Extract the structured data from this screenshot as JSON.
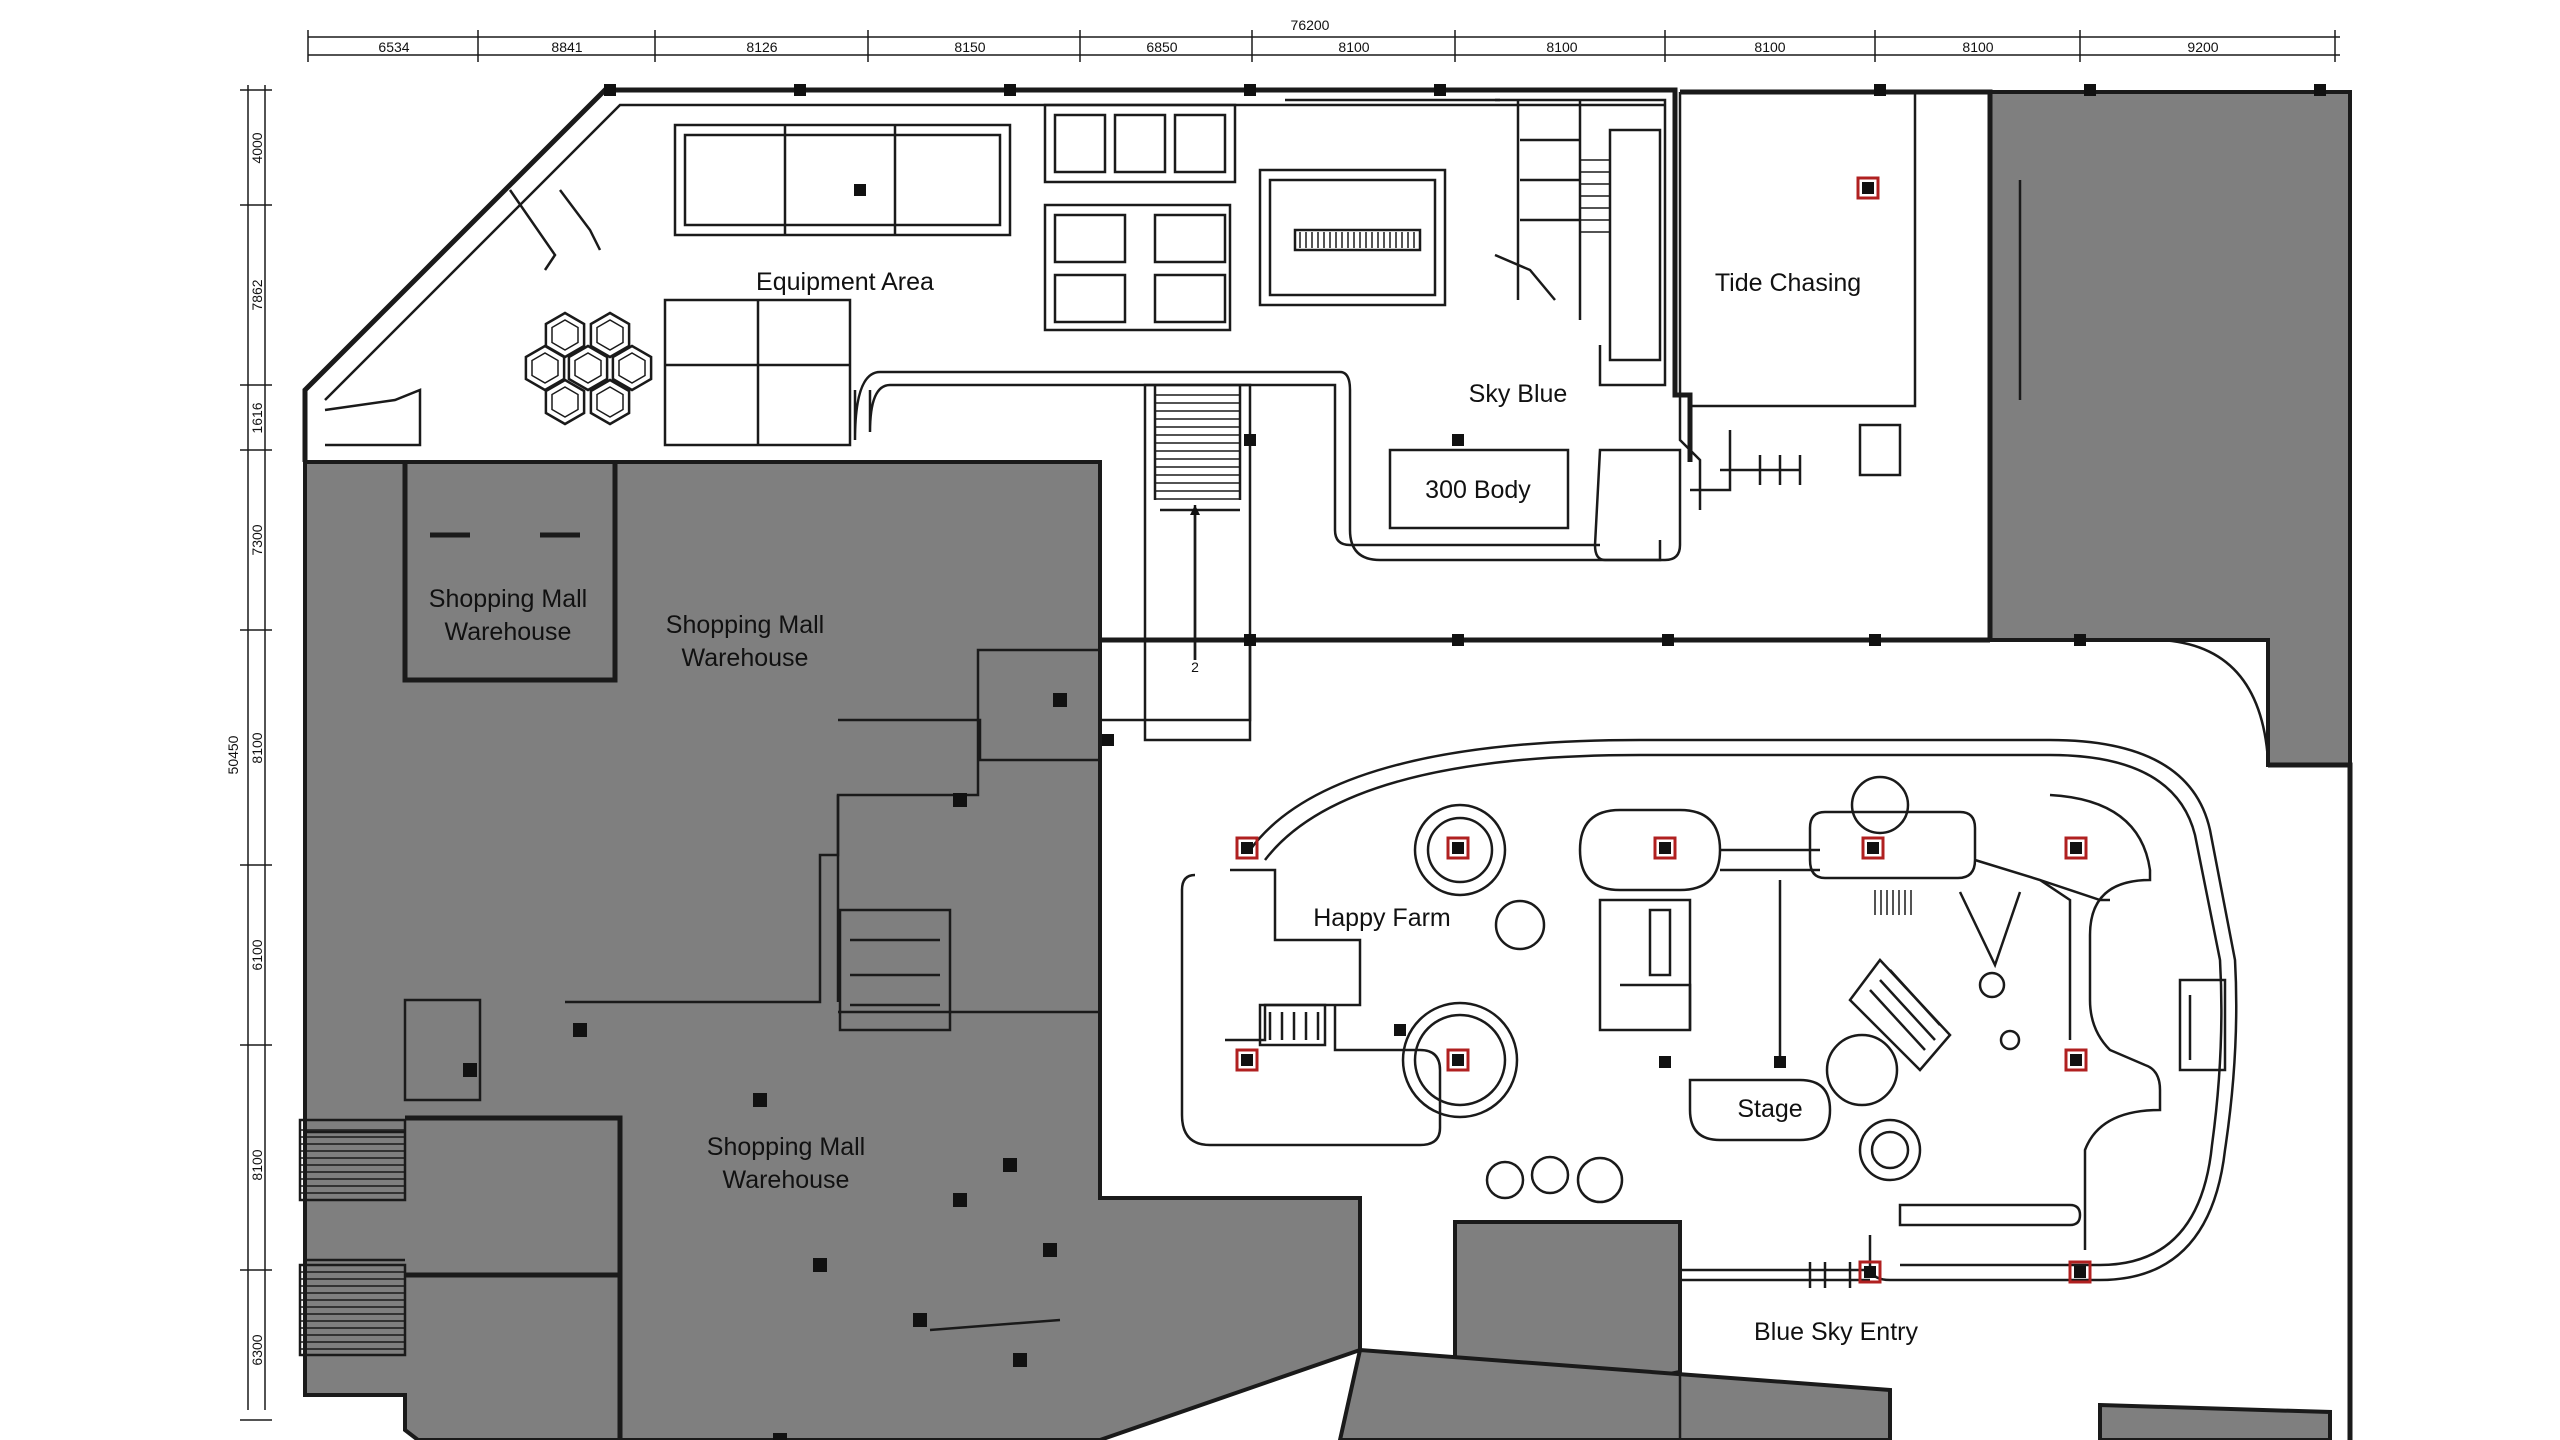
{
  "drawing": {
    "overall_width": "76200",
    "overall_height": "50450",
    "top_dimensions": [
      "6534",
      "8841",
      "8126",
      "8150",
      "6850",
      "8100",
      "8100",
      "8100",
      "8100",
      "9200"
    ],
    "left_dimensions": [
      "4000",
      "7862",
      "1616",
      "7300",
      "8100",
      "6100",
      "8100",
      "6300"
    ],
    "stair_number": "2",
    "colors": {
      "warehouse_fill": "#7f7f7f",
      "line": "#1a1a1a",
      "column": "#111111",
      "marker_ring": "#b02020"
    }
  },
  "rooms": {
    "equipment_area": "Equipment Area",
    "tide_chasing": "Tide Chasing",
    "sky_blue": "Sky Blue",
    "body_300": "300 Body",
    "warehouse_top_small_1": "Shopping Mall",
    "warehouse_top_small_2": "Warehouse",
    "warehouse_top_1": "Shopping Mall",
    "warehouse_top_2": "Warehouse",
    "warehouse_bottom_1": "Shopping Mall",
    "warehouse_bottom_2": "Warehouse",
    "happy_farm": "Happy Farm",
    "stage": "Stage",
    "blue_sky_entry": "Blue Sky Entry"
  }
}
